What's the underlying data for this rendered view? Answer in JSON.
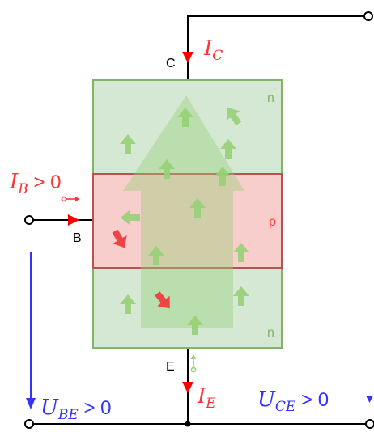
{
  "diagram": {
    "regions": {
      "collector": "n",
      "base": "p",
      "emitter": "n"
    },
    "terminals": {
      "collector": "C",
      "base": "B",
      "emitter": "E"
    },
    "currents": {
      "collector": {
        "symbol": "I",
        "subscript": "C"
      },
      "base": {
        "symbol": "I",
        "subscript": "B",
        "condition": " > 0"
      },
      "emitter": {
        "symbol": "I",
        "subscript": "E"
      }
    },
    "voltages": {
      "base_emitter": {
        "symbol": "U",
        "subscript": "BE",
        "condition": " > 0"
      },
      "collector_emitter": {
        "symbol": "U",
        "subscript": "CE",
        "condition": " > 0"
      }
    },
    "colors": {
      "region_n_fill": "#d5e8d4",
      "region_p_fill": "#f8cecc",
      "region_border": "#b85450",
      "outline": "#82b366",
      "wire": "#000000",
      "current_arrow": "#ff0000",
      "current_text": "#ff3333",
      "voltage": "#3333ff",
      "flow_arrow": "#97d077"
    }
  }
}
